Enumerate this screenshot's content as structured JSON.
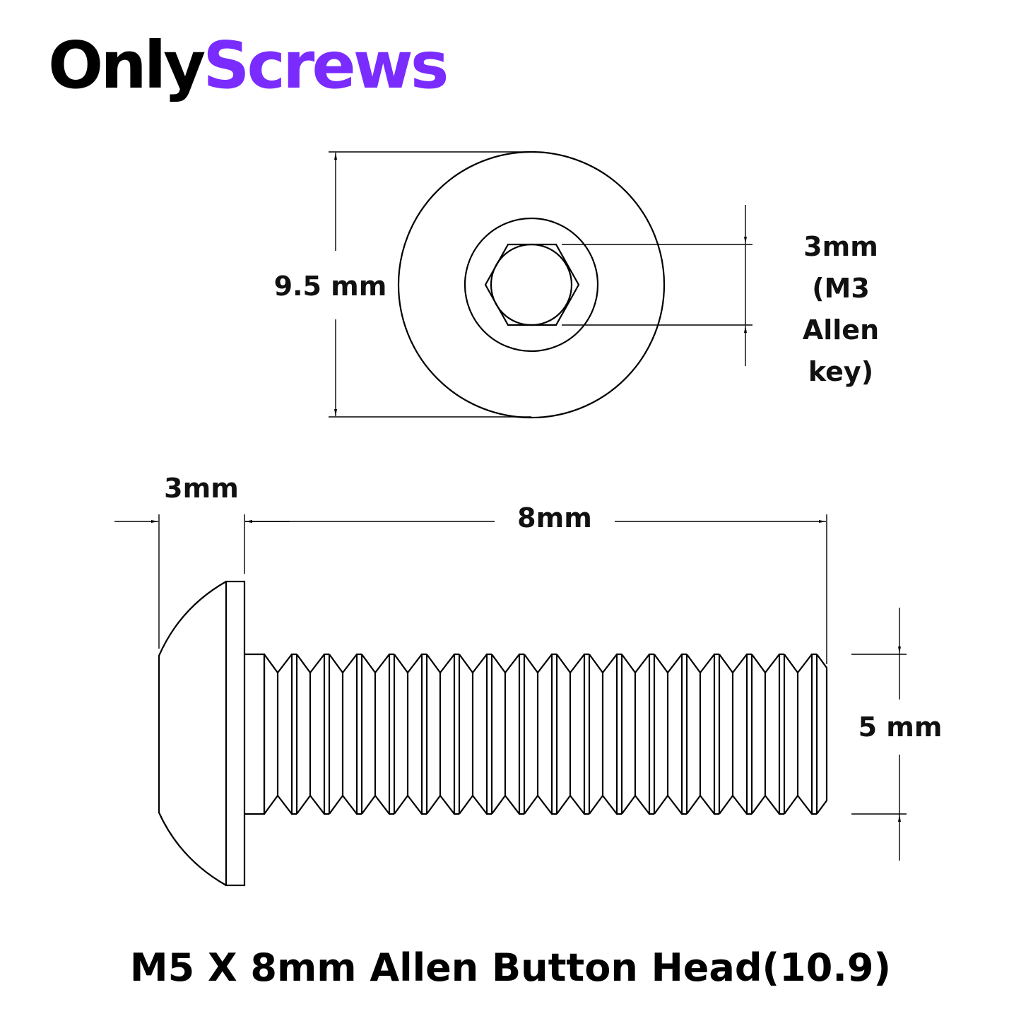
{
  "logo": {
    "part1": "Only",
    "part2": "Screws",
    "accent_color": "#7a2cff"
  },
  "top_view": {
    "head_diameter": "9.5 mm",
    "hex_size": "3mm",
    "hex_note": "(M3 Allen key)"
  },
  "side_view": {
    "head_height": "3mm",
    "length": "8mm",
    "thread_diameter": "5 mm"
  },
  "title": "M5 X 8mm Allen Button Head(10.9)"
}
